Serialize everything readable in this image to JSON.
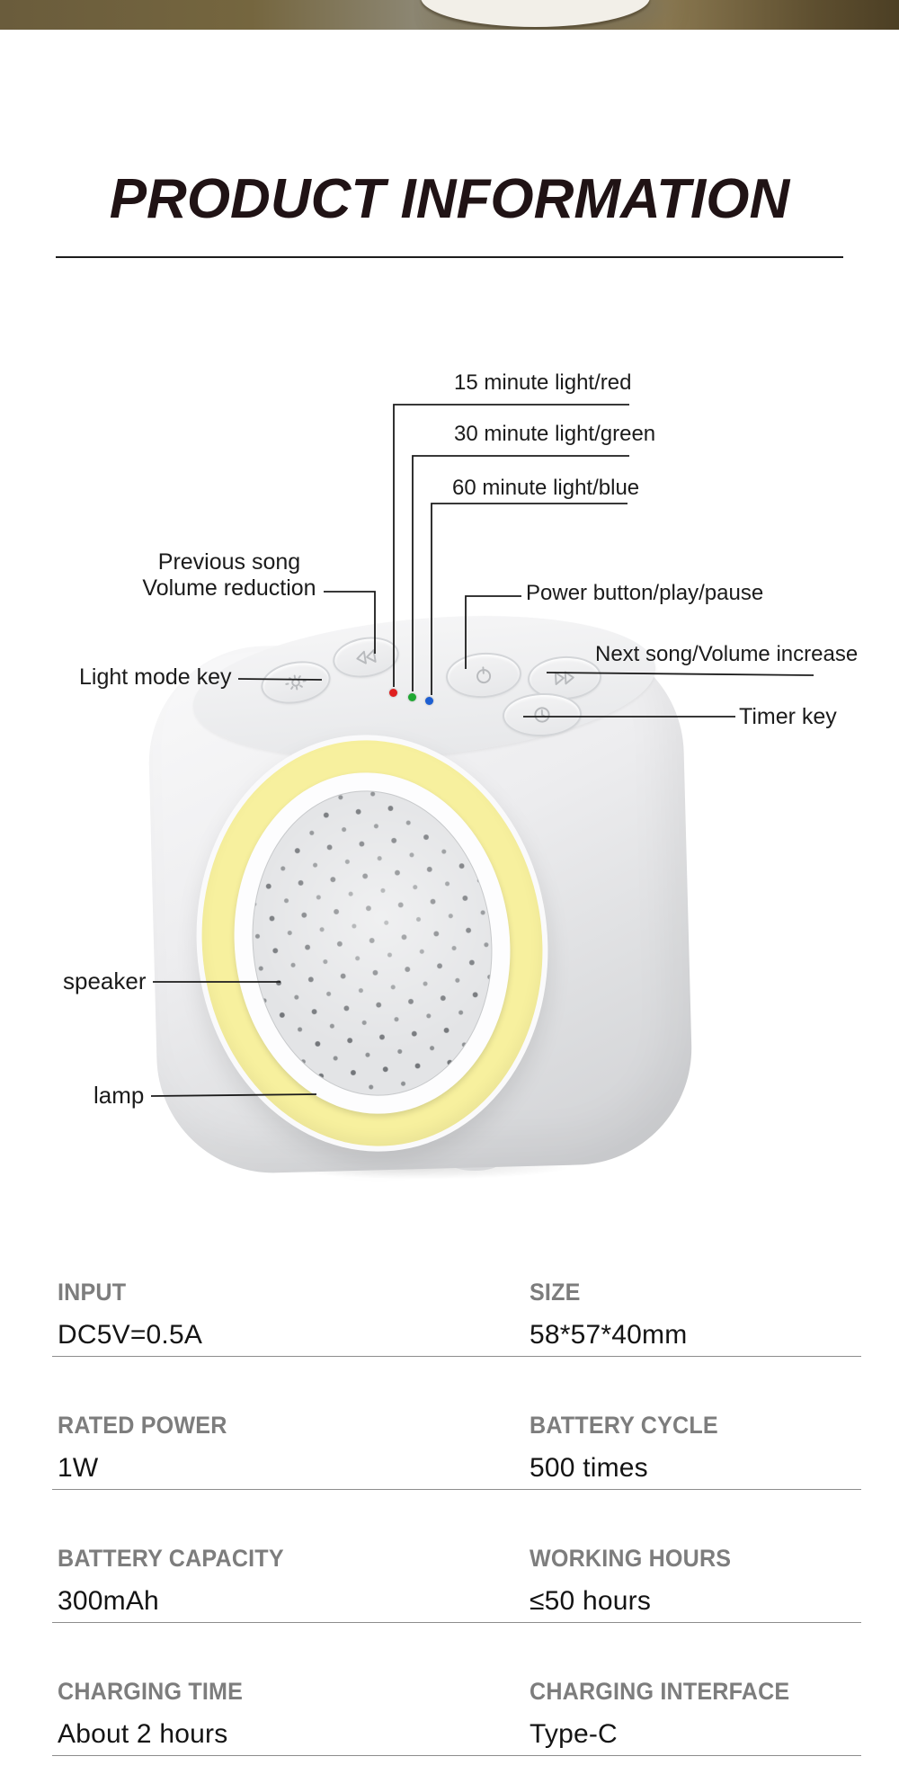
{
  "header": {
    "title": "PRODUCT INFORMATION"
  },
  "diagram": {
    "callouts": {
      "led_15": "15 minute light/red",
      "led_30": "30 minute light/green",
      "led_60": "60 minute light/blue",
      "prev_line1": "Previous song",
      "prev_line2": "Volume reduction",
      "light_mode": "Light mode key",
      "power": "Power button/play/pause",
      "next": "Next song/Volume increase",
      "timer": "Timer key",
      "speaker": "speaker",
      "lamp": "lamp"
    },
    "leds": {
      "red": "#e02020",
      "green": "#1fa832",
      "blue": "#1d5fd2"
    },
    "lamp_color": "#f7f09e"
  },
  "specs": {
    "rows": [
      {
        "left": {
          "label": "INPUT",
          "value": "DC5V=0.5A"
        },
        "right": {
          "label": "SIZE",
          "value": "58*57*40mm"
        }
      },
      {
        "left": {
          "label": "RATED POWER",
          "value": "1W"
        },
        "right": {
          "label": "BATTERY CYCLE",
          "value": "500 times"
        }
      },
      {
        "left": {
          "label": "BATTERY CAPACITY",
          "value": "300mAh"
        },
        "right": {
          "label": "WORKING HOURS",
          "value": "≤50 hours"
        }
      },
      {
        "left": {
          "label": "CHARGING TIME",
          "value": "About 2 hours"
        },
        "right": {
          "label": "CHARGING INTERFACE",
          "value": "Type-C"
        }
      }
    ]
  }
}
